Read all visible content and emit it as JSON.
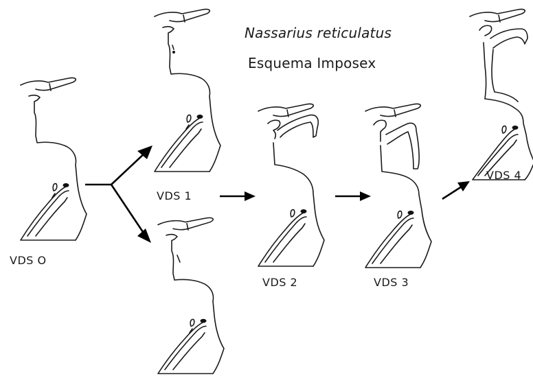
{
  "title": {
    "species": "Nassarius reticulatus",
    "scheme": "Esquema Imposex"
  },
  "stages": [
    {
      "id": "vds0",
      "label": "VDS O"
    },
    {
      "id": "vds1",
      "label": "VDS 1"
    },
    {
      "id": "vds2",
      "label": "VDS 2"
    },
    {
      "id": "vds3",
      "label": "VDS 3"
    },
    {
      "id": "vds4",
      "label": "VDS 4"
    }
  ],
  "colors": {
    "ink": "#1a1a1a",
    "arrow": "#000000",
    "background": "#ffffff"
  }
}
